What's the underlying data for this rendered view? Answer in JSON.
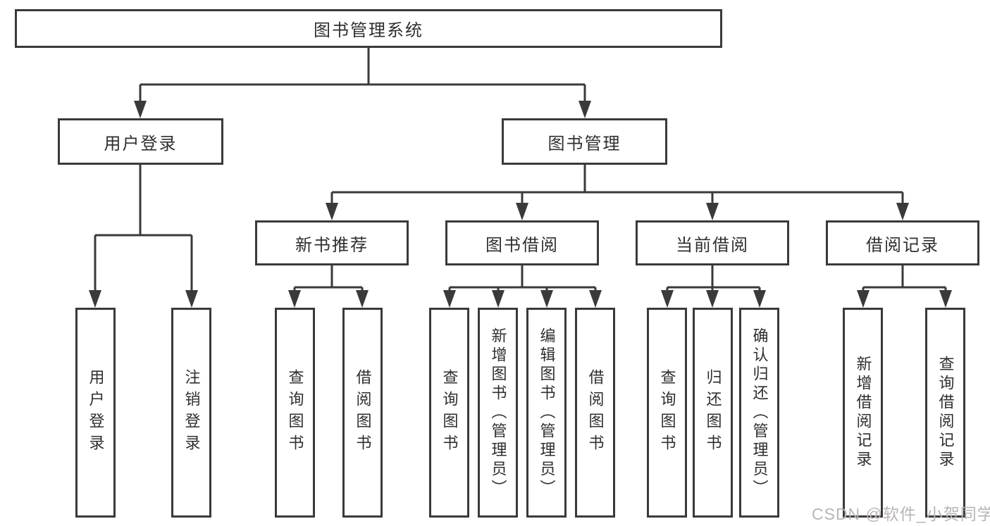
{
  "diagram": {
    "title": "图书管理系统",
    "nodes": {
      "root": "图书管理系统",
      "user_login_group": "用户登录",
      "book_mgmt": "图书管理",
      "new_book_rec": "新书推荐",
      "book_borrow": "图书借阅",
      "current_borrow": "当前借阅",
      "borrow_records": "借阅记录",
      "leaf_user_login": "用户登录",
      "leaf_logout": "注销登录",
      "leaf_rec_query": "查询图书",
      "leaf_rec_borrow": "借阅图书",
      "leaf_bb_query": "查询图书",
      "leaf_bb_add": "新增图书（管理员）",
      "leaf_bb_edit": "编辑图书（管理员）",
      "leaf_bb_borrow": "借阅图书",
      "leaf_cb_query": "查询图书",
      "leaf_cb_return": "归还图书",
      "leaf_cb_confirm": "确认归还（管理员）",
      "leaf_br_add": "新增借阅记录",
      "leaf_br_query": "查询借阅记录"
    },
    "line_color": "#3a3a3a",
    "box_background": "#ffffff",
    "text_color": "#2f2f2f"
  },
  "watermark": {
    "text": "CSDN @软件_小贺同学",
    "color": "#b9b4b9"
  }
}
